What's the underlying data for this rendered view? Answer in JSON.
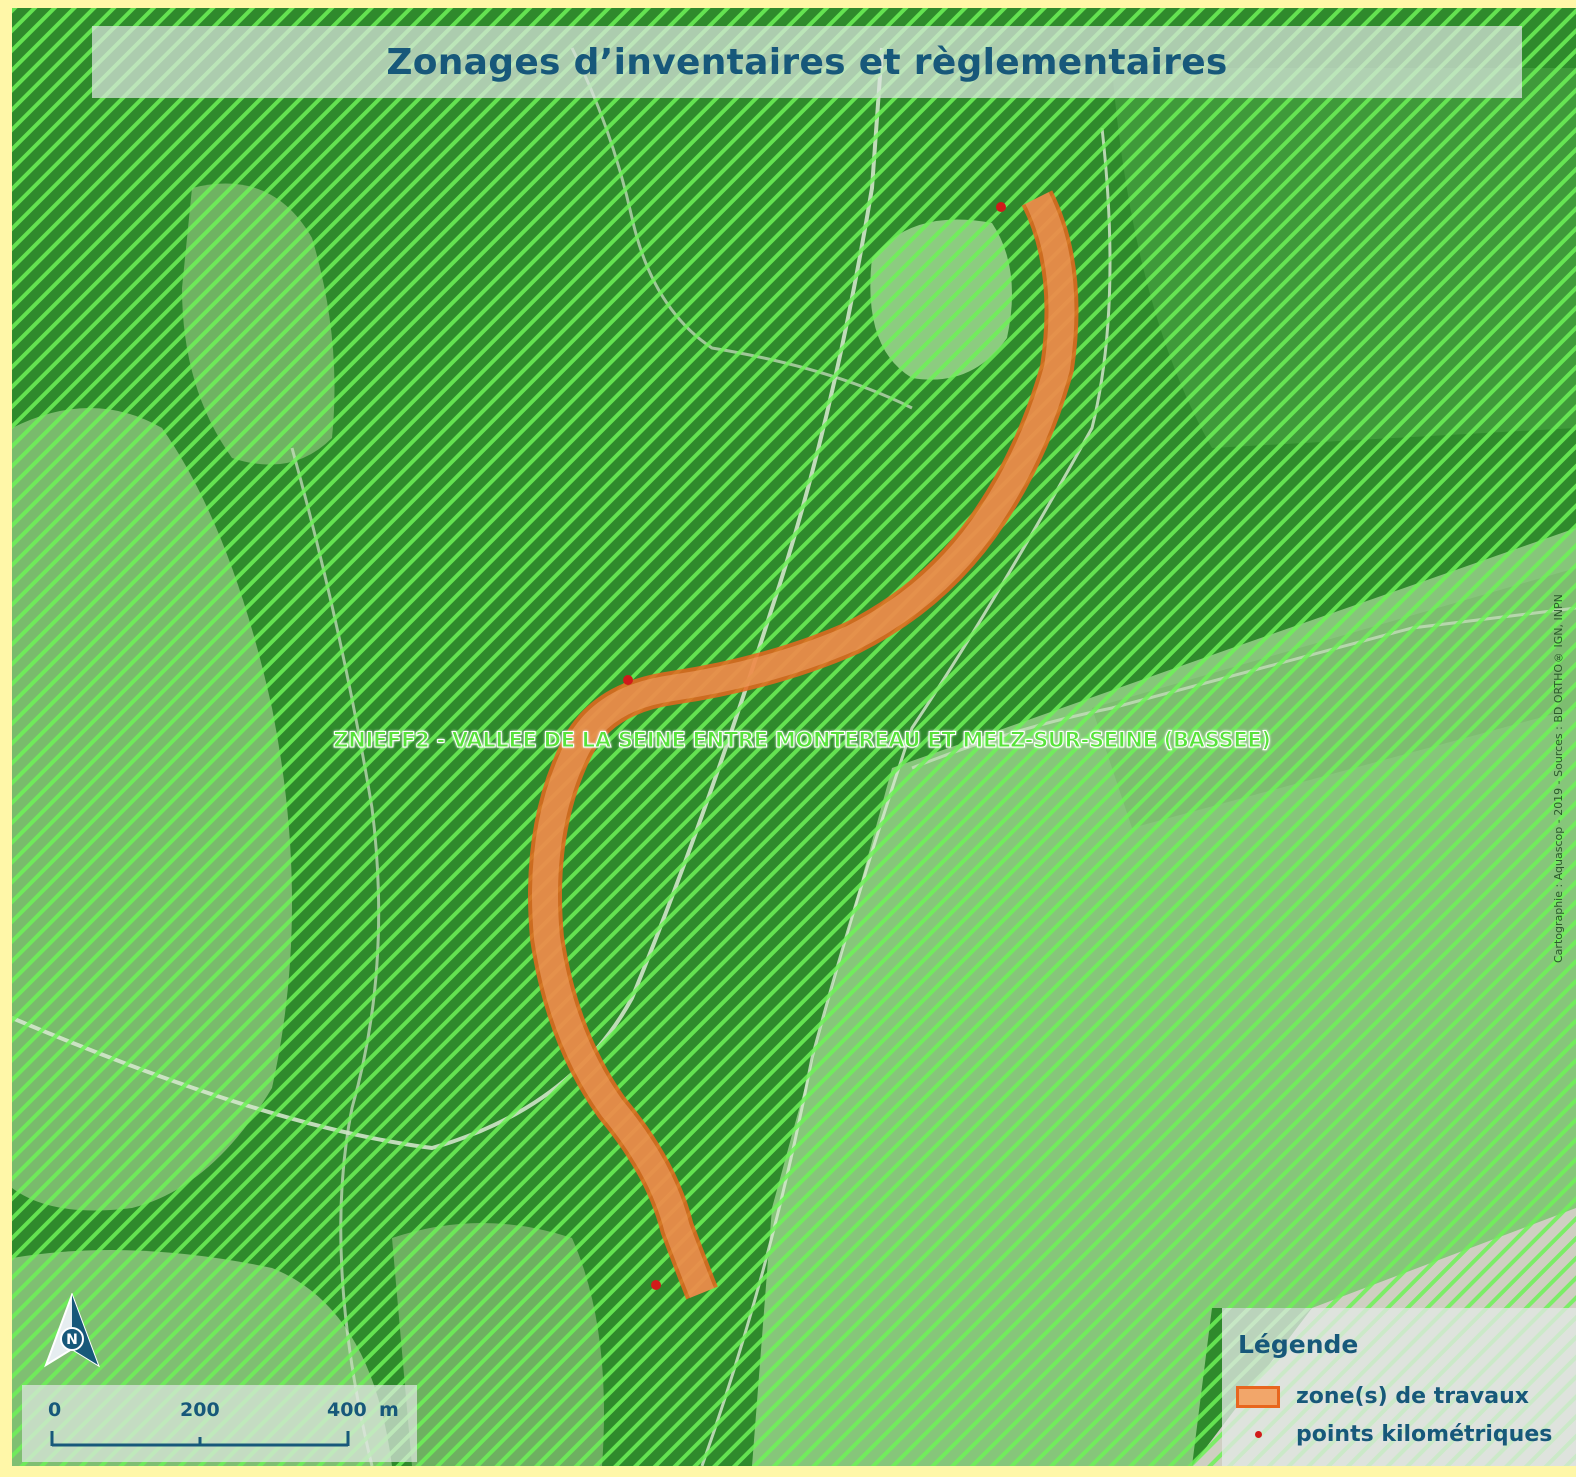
{
  "map": {
    "title": "Zonages d’inventaires et règlementaires",
    "zone_label": "ZNIEFF2 - VALLEE DE LA SEINE ENTRE MONTEREAU ET MELZ-SUR-SEINE (BASSEE)",
    "credit": "Cartographie : Aquascop - 2019 - Sources : BD ORTHO® IGN, INPN",
    "north_letter": "N",
    "colors": {
      "hatch": "#6df257",
      "forest": "#2f8a2c",
      "field": "#7fc172",
      "work_zone_fill": "#f2a66a",
      "work_zone_stroke": "#e8661e",
      "pk_point": "#d11a1a",
      "text": "#17587a"
    }
  },
  "scale": {
    "labels": [
      "0",
      "200",
      "400"
    ],
    "unit": "m"
  },
  "legend": {
    "title": "Légende",
    "items": [
      {
        "label": "zone(s) de travaux",
        "symbol": "orange-rectangle"
      },
      {
        "label": "points kilométriques",
        "symbol": "red-dot"
      }
    ]
  }
}
